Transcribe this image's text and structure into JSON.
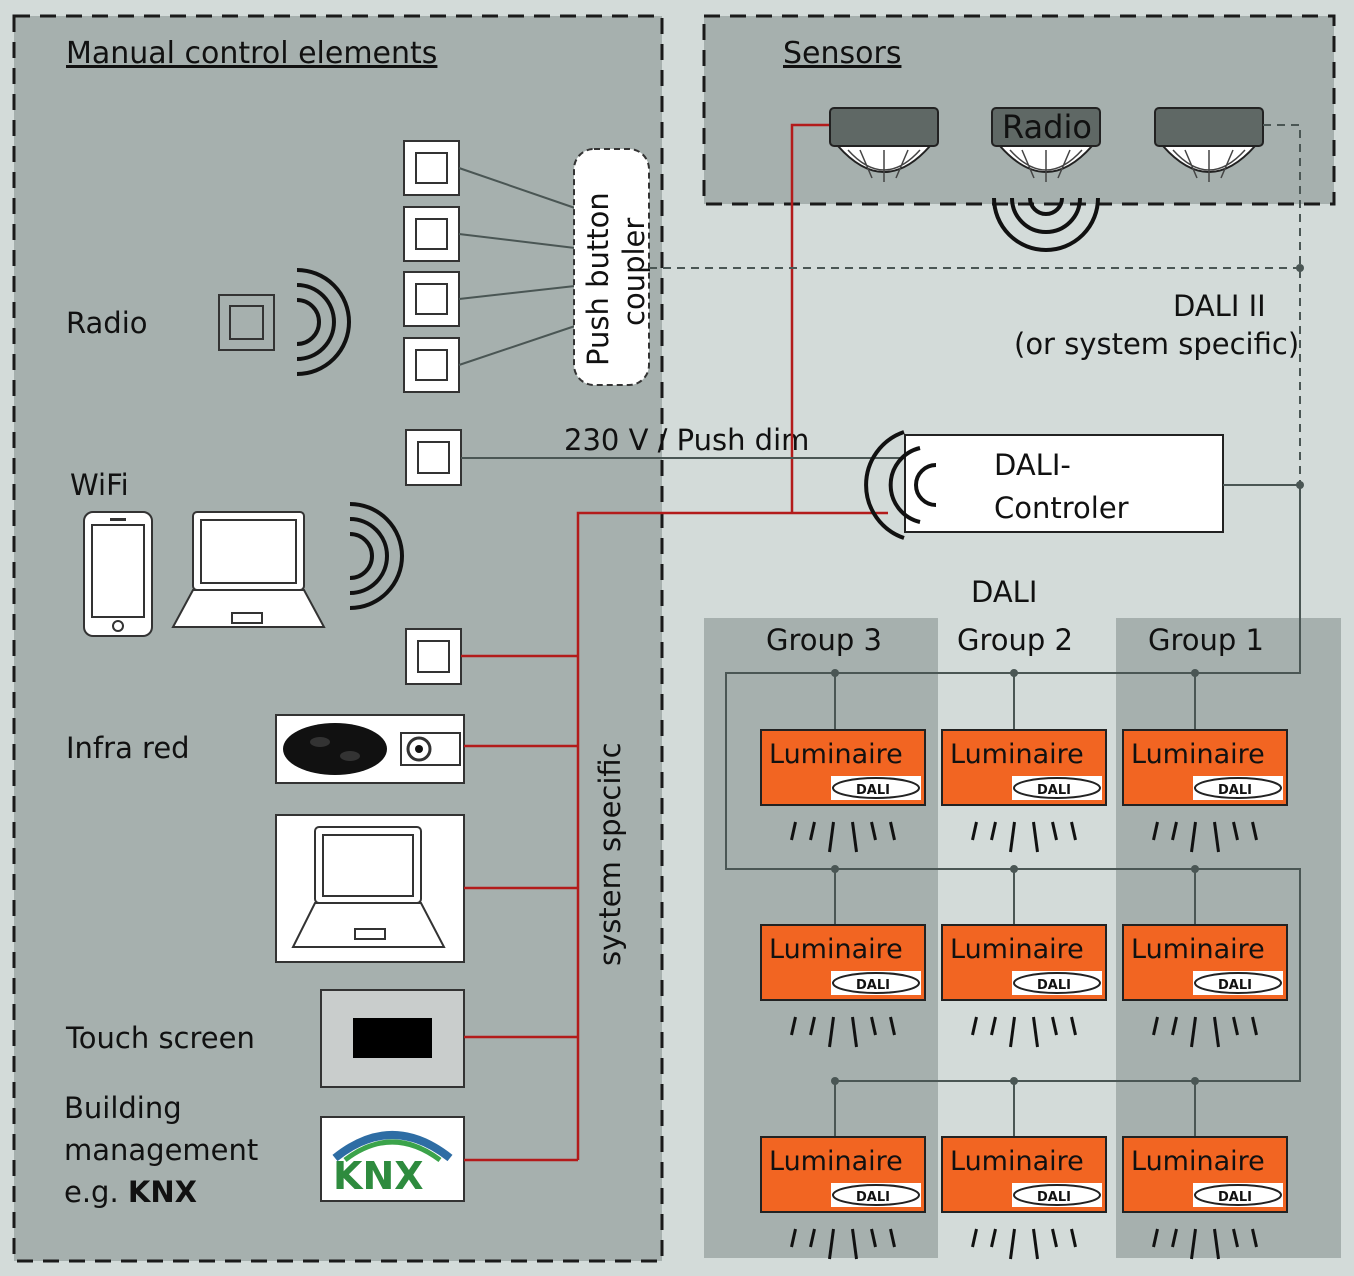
{
  "colors": {
    "background": "#d3dbd9",
    "panel": "#a6b0ae",
    "group_dark": "#a6b0ae",
    "group_light": "#d3dbd9",
    "wire_red": "#b31b1b",
    "wire_gray": "#4a5654",
    "luminaire_orange": "#f26522",
    "sensor_dark": "#5f6865"
  },
  "manual_panel": {
    "title": "Manual control elements",
    "radio_label": "Radio",
    "wifi_label": "WiFi",
    "infrared_label": "Infra red",
    "touchscreen_label": "Touch screen",
    "building_line1": "Building",
    "building_line2": "management",
    "building_line3_prefix": "e.g. ",
    "building_line3_bold": "KNX",
    "push_button_coupler_line1": "Push button",
    "push_button_coupler_line2": "coupler",
    "push_dim_label": "230 V / Push dim",
    "system_specific_label": "system specific",
    "knx_logo_text": "KNX"
  },
  "sensors_panel": {
    "title": "Sensors",
    "radio_sensor_label": "Radio"
  },
  "controller": {
    "line1": "DALI-",
    "line2": "Controler"
  },
  "bus": {
    "dali2_label": "DALI II",
    "dali2_sublabel": "(or system specific)",
    "dali_label": "DALI"
  },
  "groups": [
    "Group 3",
    "Group 2",
    "Group 1"
  ],
  "luminaire": {
    "label": "Luminaire",
    "badge": "DALI"
  }
}
